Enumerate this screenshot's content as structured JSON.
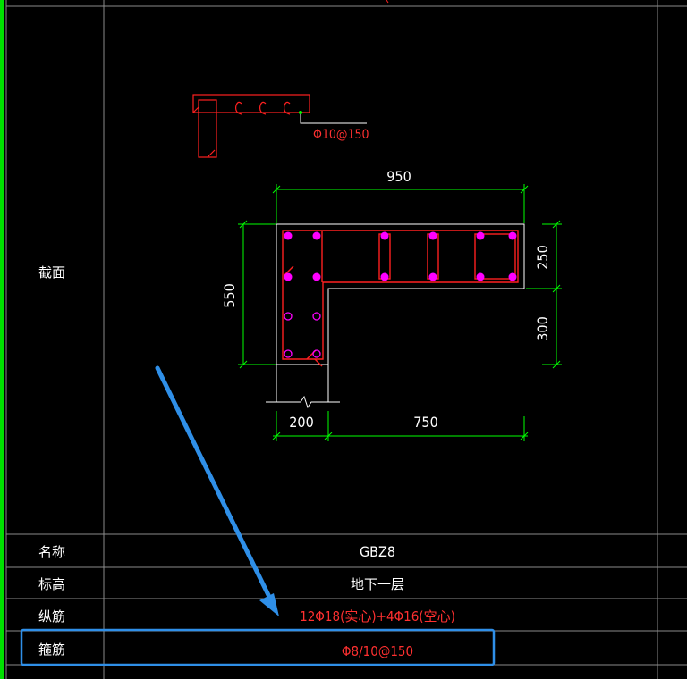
{
  "drawing": {
    "row_labels": {
      "section": "截面",
      "name": "名称",
      "elevation": "标高",
      "longitudinal": "纵筋",
      "stirrup": "箍筋"
    },
    "values": {
      "name": "GBZ8",
      "elevation": "地下一层",
      "longitudinal": "12Φ18(实心)+4Φ16(空心)",
      "stirrup": "Φ8/10@150"
    },
    "tie_callout": "Φ10@150",
    "dimensions": {
      "total_width": "950",
      "total_height": "550",
      "flange_thickness": "250",
      "web_remaining": "300",
      "web_width": "200",
      "flange_remaining": "750"
    }
  },
  "colors": {
    "background": "#000000",
    "grid_line": "#8a8a8a",
    "left_border": "#00e000",
    "outline": "#ffffff",
    "rebar": "#ff2020",
    "bar_solid": "#ff00ff",
    "dimension": "#00ff00",
    "highlight": "#2f8fe8",
    "text": "#ffffff",
    "value_red": "#ff3030"
  }
}
